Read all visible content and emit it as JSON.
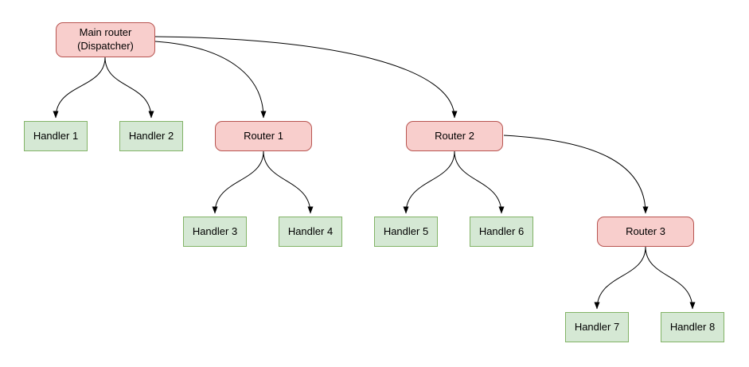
{
  "diagram": {
    "type": "flowchart",
    "nodes": {
      "main_router": {
        "label": "Main router\n(Dispatcher)",
        "kind": "router"
      },
      "handler_1": {
        "label": "Handler 1",
        "kind": "handler"
      },
      "handler_2": {
        "label": "Handler 2",
        "kind": "handler"
      },
      "router_1": {
        "label": "Router 1",
        "kind": "router"
      },
      "router_2": {
        "label": "Router 2",
        "kind": "router"
      },
      "handler_3": {
        "label": "Handler 3",
        "kind": "handler"
      },
      "handler_4": {
        "label": "Handler 4",
        "kind": "handler"
      },
      "handler_5": {
        "label": "Handler 5",
        "kind": "handler"
      },
      "handler_6": {
        "label": "Handler 6",
        "kind": "handler"
      },
      "router_3": {
        "label": "Router 3",
        "kind": "router"
      },
      "handler_7": {
        "label": "Handler 7",
        "kind": "handler"
      },
      "handler_8": {
        "label": "Handler 8",
        "kind": "handler"
      }
    },
    "edges": [
      {
        "from": "main_router",
        "to": "handler_1"
      },
      {
        "from": "main_router",
        "to": "handler_2"
      },
      {
        "from": "main_router",
        "to": "router_1"
      },
      {
        "from": "main_router",
        "to": "router_2"
      },
      {
        "from": "router_1",
        "to": "handler_3"
      },
      {
        "from": "router_1",
        "to": "handler_4"
      },
      {
        "from": "router_2",
        "to": "handler_5"
      },
      {
        "from": "router_2",
        "to": "handler_6"
      },
      {
        "from": "router_2",
        "to": "router_3"
      },
      {
        "from": "router_3",
        "to": "handler_7"
      },
      {
        "from": "router_3",
        "to": "handler_8"
      }
    ]
  },
  "colors": {
    "router_fill": "#f8cecc",
    "router_border": "#b85450",
    "handler_fill": "#d5e8d4",
    "handler_border": "#82b366",
    "edge": "#000000"
  }
}
